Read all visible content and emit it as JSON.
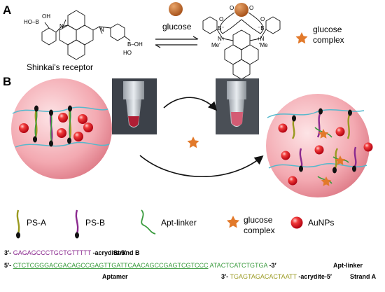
{
  "panel_a": {
    "letter": "A",
    "receptor_label": "Shinkai's receptor",
    "glucose_label": "glucose",
    "complex_label_line1": "glucose",
    "complex_label_line2": "complex",
    "atoms": {
      "ho_b_left": "HO–B",
      "oh_left": "OH",
      "n_left": "N",
      "n_right": "N",
      "b_oh_right": "B–OH",
      "ho_right": "HO",
      "o1": "O",
      "o2": "O",
      "o3": "O",
      "o4": "O",
      "b_minus_left": "B⁻",
      "b_minus_right": "⁻B",
      "n_plus_left": "N+",
      "n_plus_right": "+N",
      "me_left": "Me′",
      "me_right": "′Me"
    }
  },
  "panel_b": {
    "letter": "B"
  },
  "legend": {
    "ps_a": "PS-A",
    "ps_b": "PS-B",
    "apt_linker": "Apt-linker",
    "glucose_complex_line1": "glucose",
    "glucose_complex_line2": "complex",
    "aunps": "AuNPs"
  },
  "sequences": {
    "strand_b": {
      "prefix": "3′-",
      "seq": "GAGAGCCCTGCTGTTTTT",
      "suffix": "-acrydite-5′",
      "name": "Strand B"
    },
    "apt_linker": {
      "prefix": "5′-",
      "aptamer_seq": "CTCTCGGGACGACAGCCGAGTTGATTCAACAGCCGAGTCGTCCC",
      "linker_seq": "ATACTCATCTGTGA",
      "suffix": "-3′",
      "name": "Apt-linker"
    },
    "aptamer_label": "Aptamer",
    "strand_a": {
      "prefix": "3′-",
      "seq": "TGAGTAGACACTAATT",
      "suffix": "-acrydite-5′",
      "name": "Strand A"
    }
  },
  "colors": {
    "purple": "#8b2a8f",
    "green": "#3a9b3e",
    "olive": "#9a9a20",
    "sphere": "#f2a8b0",
    "orange": "#e2792a",
    "red": "#e01b22",
    "teal": "#56b8cc"
  }
}
